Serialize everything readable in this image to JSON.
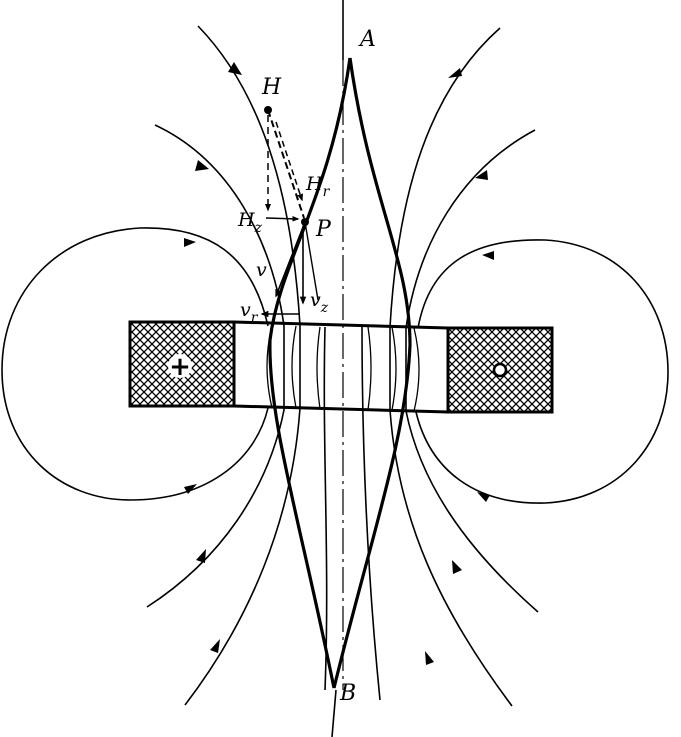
{
  "figure": {
    "labels": {
      "point_a": "A",
      "point_b": "B",
      "point_h": "H",
      "point_p": "P",
      "h_r": "H",
      "h_r_sub": "r",
      "h_z": "H",
      "h_z_sub": "z",
      "v": "v",
      "v_r": "v",
      "v_r_sub": "r",
      "v_z": "v",
      "v_z_sub": "z",
      "coil_left_symbol": "+",
      "coil_right_symbol": "•"
    },
    "colors": {
      "ink": "#000000",
      "background": "#ffffff"
    }
  }
}
